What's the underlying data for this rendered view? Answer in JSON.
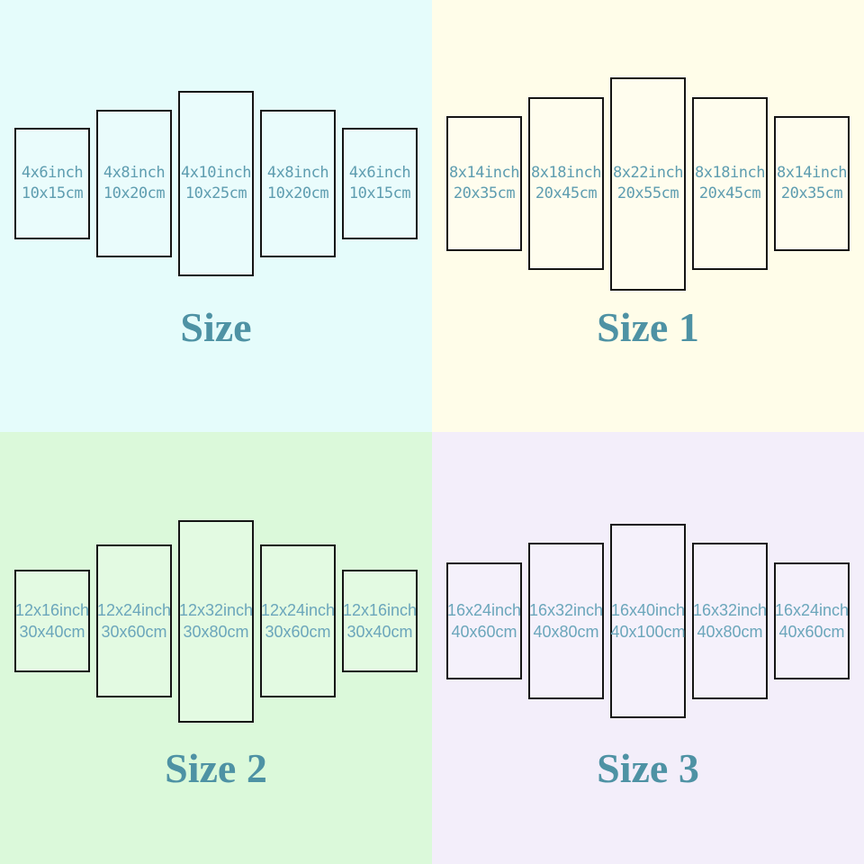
{
  "colors": {
    "bg_tl": "#e5fcfb",
    "bg_tr": "#fffde9",
    "bg_bl": "#dbf9da",
    "bg_br": "#f3eefa",
    "panel_border": "#151515",
    "label_teal_top": "#5e9db0",
    "label_teal_bottom": "#6ba6bb",
    "title_teal": "#4e92a4"
  },
  "quadrants": [
    {
      "title": "Size",
      "panels": [
        {
          "inch": "4x6inch",
          "cm": "10x15cm"
        },
        {
          "inch": "4x8inch",
          "cm": "10x20cm"
        },
        {
          "inch": "4x10inch",
          "cm": "10x25cm"
        },
        {
          "inch": "4x8inch",
          "cm": "10x20cm"
        },
        {
          "inch": "4x6inch",
          "cm": "10x15cm"
        }
      ]
    },
    {
      "title": "Size 1",
      "panels": [
        {
          "inch": "8x14inch",
          "cm": "20x35cm"
        },
        {
          "inch": "8x18inch",
          "cm": "20x45cm"
        },
        {
          "inch": "8x22inch",
          "cm": "20x55cm"
        },
        {
          "inch": "8x18inch",
          "cm": "20x45cm"
        },
        {
          "inch": "8x14inch",
          "cm": "20x35cm"
        }
      ]
    },
    {
      "title": "Size 2",
      "panels": [
        {
          "inch": "12x16inch",
          "cm": "30x40cm"
        },
        {
          "inch": "12x24inch",
          "cm": "30x60cm"
        },
        {
          "inch": "12x32inch",
          "cm": "30x80cm"
        },
        {
          "inch": "12x24inch",
          "cm": "30x60cm"
        },
        {
          "inch": "12x16inch",
          "cm": "30x40cm"
        }
      ]
    },
    {
      "title": "Size 3",
      "panels": [
        {
          "inch": "16x24inch",
          "cm": "40x60cm"
        },
        {
          "inch": "16x32inch",
          "cm": "40x80cm"
        },
        {
          "inch": "16x40inch",
          "cm": "40x100cm"
        },
        {
          "inch": "16x32inch",
          "cm": "40x80cm"
        },
        {
          "inch": "16x24inch",
          "cm": "40x60cm"
        }
      ]
    }
  ]
}
